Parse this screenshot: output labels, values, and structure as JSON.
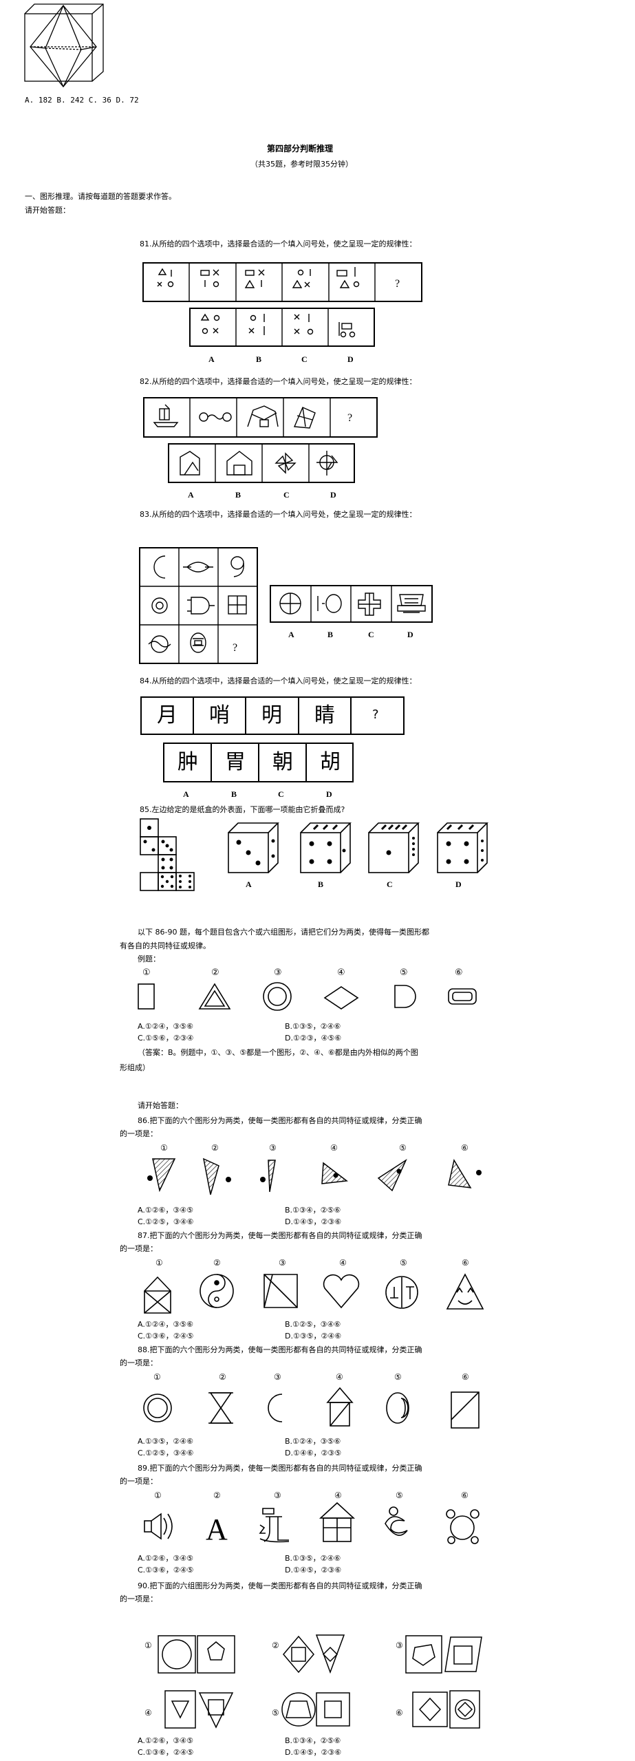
{
  "top_answer": "A. 182 B. 242 C. 36 D. 72",
  "section_title": "第四部分判断推理",
  "section_sub": "（共35题，参考时限35分钟）",
  "part1_title": "一、图形推理。请按每道题的答题要求作答。",
  "start_label": "请开始答题：",
  "q81": "81.从所给的四个选项中，选择最合适的一个填入问号处，使之呈现一定的规律性：",
  "q82": "82.从所给的四个选项中，选择最合适的一个填入问号处，使之呈现一定的规律性：",
  "q83": "83.从所给的四个选项中，选择最合适的一个填入问号处，使之呈现一定的规律性：",
  "q84": "84.从所给的四个选项中，选择最合适的一个填入问号处，使之呈现一定的规律性：",
  "q85": "85.左边给定的是纸盒的外表面，下面哪一项能由它折叠而成?",
  "intro86_l1": "以下 86-90 题，每个题目包含六个或六组图形，请把它们分为两类，使得每一类图形都",
  "intro86_l2": "有各自的共同特征或规律。",
  "example_label": "例题：",
  "ex_opt_a": "A.①②④，③⑤⑥",
  "ex_opt_b": "B.①③⑤，②④⑥",
  "ex_opt_c": "C.①⑤⑥，②③④",
  "ex_opt_d": "D.①②③，④⑤⑥",
  "ex_answer_l1": "（答案：B。例题中，①、③、⑤都是一个图形，②、④、⑥都是由内外相似的两个图",
  "ex_answer_l2": "形组成）",
  "start_label2": "请开始答题：",
  "q_split_l1": "把下面的六个图形分为两类，使每一类图形都有各自的共同特征或规律，分类正确",
  "q_split_l2": "的一项是：",
  "q90_l1": "把下面的六组图形分为两类，使每一类图形都有各自的共同特征或规律，分类正确",
  "q86_num": "86.",
  "q87_num": "87.",
  "q88_num": "88.",
  "q89_num": "89.",
  "q90_num": "90.",
  "q81_opts": [
    "A",
    "B",
    "C",
    "D"
  ],
  "q84_chars": [
    "月",
    "哨",
    "明",
    "睛",
    "?"
  ],
  "q84_opts": [
    "肿",
    "胃",
    "朝",
    "胡"
  ],
  "question_mark": "?",
  "circled": [
    "①",
    "②",
    "③",
    "④",
    "⑤",
    "⑥"
  ],
  "q86_opts": [
    "A.①②⑥，③④⑤",
    "B.①③④，②⑤⑥",
    "C.①②⑤，③④⑥",
    "D.①④⑤，②③⑥"
  ],
  "q87_opts": [
    "A.①②④，③⑤⑥",
    "B.①②⑤，③④⑥",
    "C.①③⑥，②④⑤",
    "D.①③⑤，②④⑥"
  ],
  "q88_opts": [
    "A.①③⑤，②④⑥",
    "B.①②④，③⑤⑥",
    "C.①②⑤，③④⑥",
    "D.①④⑥，②③⑤"
  ],
  "q89_opts": [
    "A.①②⑥，③④⑤",
    "B.①③⑤，②④⑥",
    "C.①③⑥，②④⑤",
    "D.①④⑤，②③⑥"
  ],
  "q90_opts": [
    "A.①②⑥，③④⑤",
    "B.①③④，②⑤⑥",
    "C.①③⑥，②④⑤",
    "D.①④⑤，②③⑥"
  ]
}
